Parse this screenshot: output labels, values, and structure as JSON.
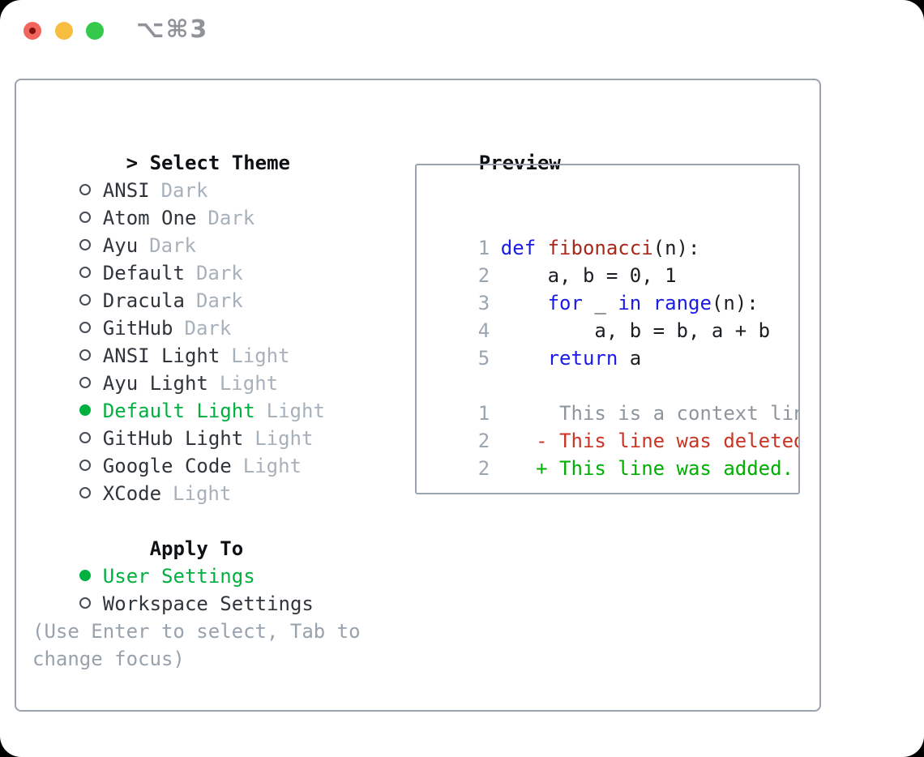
{
  "window": {
    "title": "⌥⌘3"
  },
  "theme_panel": {
    "header_prefix": ">",
    "header": "Select Theme",
    "themes": [
      {
        "name": "ANSI",
        "tag": "Dark",
        "selected": false
      },
      {
        "name": "Atom One",
        "tag": "Dark",
        "selected": false
      },
      {
        "name": "Ayu",
        "tag": "Dark",
        "selected": false
      },
      {
        "name": "Default",
        "tag": "Dark",
        "selected": false
      },
      {
        "name": "Dracula",
        "tag": "Dark",
        "selected": false
      },
      {
        "name": "GitHub",
        "tag": "Dark",
        "selected": false
      },
      {
        "name": "ANSI Light",
        "tag": "Light",
        "selected": false
      },
      {
        "name": "Ayu Light",
        "tag": "Light",
        "selected": false
      },
      {
        "name": "Default Light",
        "tag": "Light",
        "selected": true
      },
      {
        "name": "GitHub Light",
        "tag": "Light",
        "selected": false
      },
      {
        "name": "Google Code",
        "tag": "Light",
        "selected": false
      },
      {
        "name": "XCode",
        "tag": "Light",
        "selected": false
      }
    ],
    "apply_to": {
      "header": "Apply To",
      "options": [
        {
          "label": "User Settings",
          "selected": true
        },
        {
          "label": "Workspace Settings",
          "selected": false
        }
      ]
    },
    "hint_lines": [
      "(Use Enter to select, Tab to",
      "change focus)"
    ]
  },
  "preview": {
    "header": "Preview",
    "lines": [
      {
        "num": "1",
        "tokens": [
          [
            "kw",
            "def"
          ],
          [
            "pl",
            " "
          ],
          [
            "fn",
            "fibonacci"
          ],
          [
            "pl",
            "(n):"
          ]
        ]
      },
      {
        "num": "2",
        "tokens": [
          [
            "pl",
            "    a, b = 0, 1"
          ]
        ]
      },
      {
        "num": "3",
        "tokens": [
          [
            "pl",
            "    "
          ],
          [
            "kw",
            "for"
          ],
          [
            "pl",
            " _ "
          ],
          [
            "kw",
            "in"
          ],
          [
            "pl",
            " "
          ],
          [
            "kw",
            "range"
          ],
          [
            "pl",
            "(n):"
          ]
        ]
      },
      {
        "num": "4",
        "tokens": [
          [
            "pl",
            "        a, b = b, a + b"
          ]
        ]
      },
      {
        "num": "5",
        "tokens": [
          [
            "pl",
            "    "
          ],
          [
            "kw",
            "return"
          ],
          [
            "pl",
            " a"
          ]
        ]
      },
      {
        "num": "",
        "tokens": []
      },
      {
        "num": "1",
        "tokens": [
          [
            "ctx",
            "     This is a context line."
          ]
        ]
      },
      {
        "num": "2",
        "tokens": [
          [
            "del",
            "   - This line was deleted."
          ]
        ]
      },
      {
        "num": "2",
        "tokens": [
          [
            "add",
            "   + This line was added."
          ]
        ]
      }
    ]
  },
  "colors": {
    "selection_green": "#00b140",
    "diff_added_green": "#00ae00",
    "diff_deleted_red": "#c83525",
    "keyword_blue": "#1b1be8",
    "function_red": "#a8291b",
    "context_gray": "#8d959d",
    "tag_gray": "#a6b1bb",
    "panel_border_gray": "#9aa3ae",
    "traffic_red": "#f2655c",
    "traffic_yellow": "#f7bd40",
    "traffic_green": "#35c94c"
  }
}
